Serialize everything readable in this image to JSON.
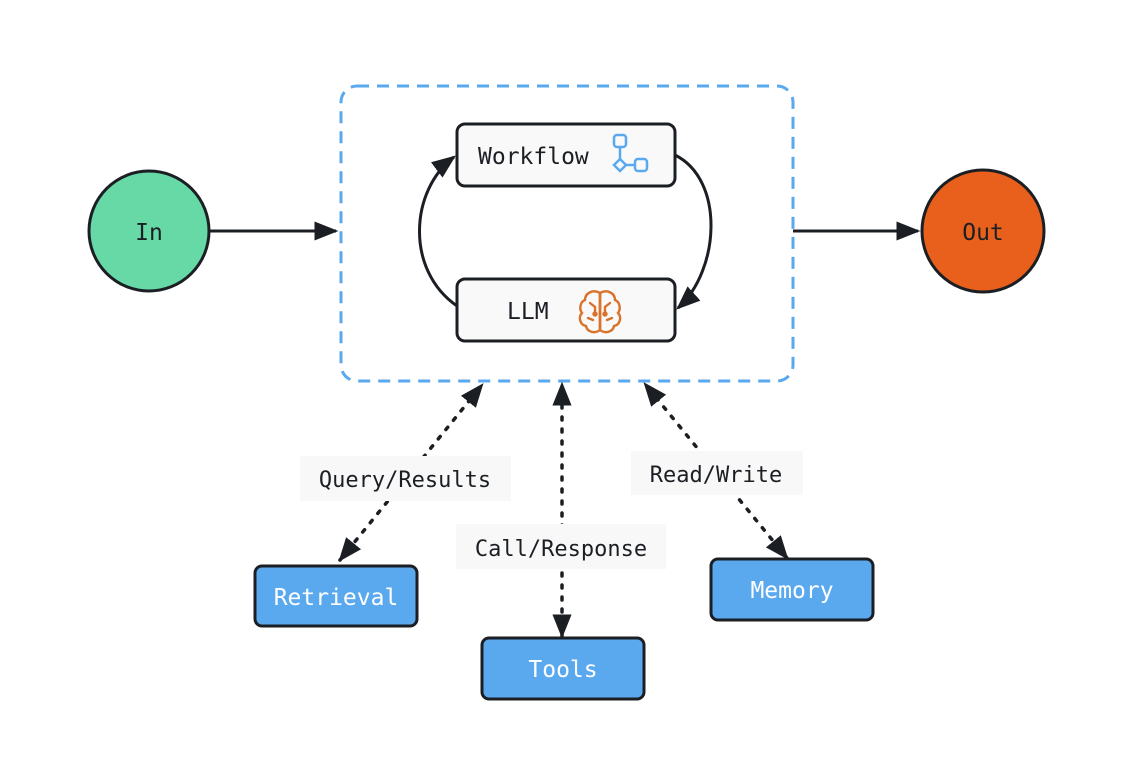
{
  "nodes": {
    "input": {
      "label": "In",
      "color": "#66d9a6"
    },
    "output": {
      "label": "Out",
      "color": "#e8601c"
    },
    "workflow": {
      "label": "Workflow",
      "icon": "workflow-icon",
      "icon_color": "#5aa9ef"
    },
    "llm": {
      "label": "LLM",
      "icon": "brain-icon",
      "icon_color": "#d9722a"
    },
    "retrieval": {
      "label": "Retrieval",
      "color": "#5aa9ef"
    },
    "tools": {
      "label": "Tools",
      "color": "#5aa9ef"
    },
    "memory": {
      "label": "Memory",
      "color": "#5aa9ef"
    }
  },
  "edges": {
    "retrieval": {
      "label": "Query/Results"
    },
    "tools": {
      "label": "Call/Response"
    },
    "memory": {
      "label": "Read/Write"
    }
  },
  "colors": {
    "stroke": "#1b1f24",
    "container_dash": "#5aa9ef",
    "box_fill": "#f9f9f9",
    "label_bg": "#f8f8f8"
  }
}
